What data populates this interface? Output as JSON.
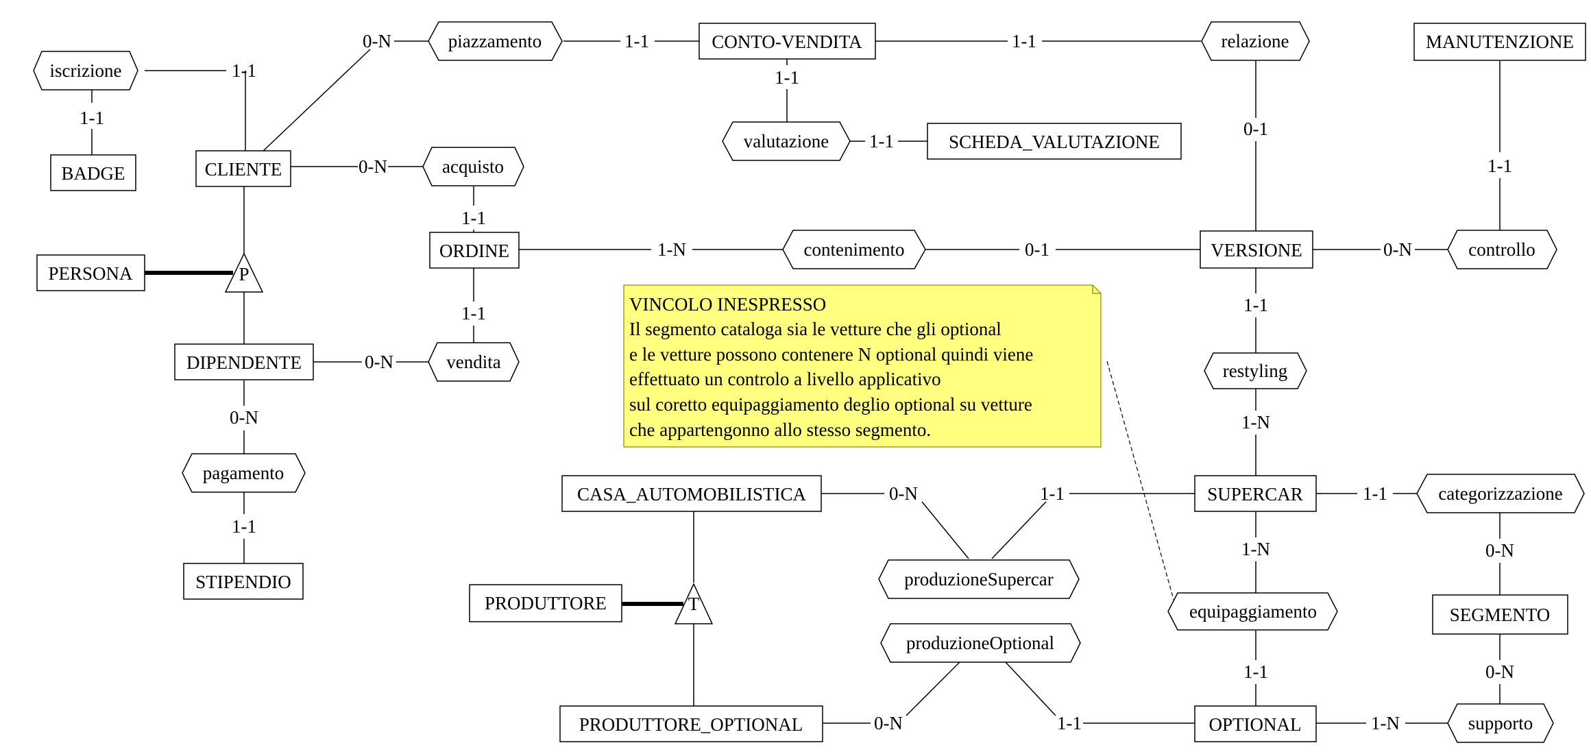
{
  "entities": {
    "badge": "BADGE",
    "cliente": "CLIENTE",
    "persona": "PERSONA",
    "dipendente": "DIPENDENTE",
    "stipendio": "STIPENDIO",
    "ordine": "ORDINE",
    "conto_vendita": "CONTO-VENDITA",
    "scheda_valutazione": "SCHEDA_VALUTAZIONE",
    "manutenzione": "MANUTENZIONE",
    "versione": "VERSIONE",
    "supercar": "SUPERCAR",
    "casa_automobilistica": "CASA_AUTOMOBILISTICA",
    "produttore": "PRODUTTORE",
    "produttore_optional": "PRODUTTORE_OPTIONAL",
    "optional": "OPTIONAL",
    "segmento": "SEGMENTO"
  },
  "relationships": {
    "iscrizione": "iscrizione",
    "piazzamento": "piazzamento",
    "relazione": "relazione",
    "acquisto": "acquisto",
    "valutazione": "valutazione",
    "contenimento": "contenimento",
    "controllo": "controllo",
    "vendita": "vendita",
    "pagamento": "pagamento",
    "restyling": "restyling",
    "categorizzazione": "categorizzazione",
    "produzione_supercar": "produzioneSupercar",
    "equipaggiamento": "equipaggiamento",
    "produzione_optional": "produzioneOptional",
    "supporto": "supporto"
  },
  "generalizations": {
    "cliente_hierarchy": "P",
    "produttore_hierarchy": "T"
  },
  "cardinalities": {
    "iscrizione_cliente": "1-1",
    "iscrizione_badge": "1-1",
    "piazzamento_cliente": "0-N",
    "piazzamento_conto": "1-1",
    "relazione_conto": "1-1",
    "relazione_versione": "0-1",
    "valutazione_conto": "1-1",
    "valutazione_scheda": "1-1",
    "acquisto_cliente": "0-N",
    "acquisto_ordine": "1-1",
    "contenimento_ordine": "1-N",
    "contenimento_versione": "0-1",
    "controllo_versione": "0-N",
    "controllo_manutenzione": "1-1",
    "vendita_dipendente": "0-N",
    "vendita_ordine": "1-1",
    "pagamento_dipendente": "0-N",
    "pagamento_stipendio": "1-1",
    "restyling_versione": "1-1",
    "restyling_supercar": "1-N",
    "categorizzazione_supercar": "1-1",
    "categorizzazione_segmento": "0-N",
    "prodsup_casa": "0-N",
    "prodsup_supercar": "1-1",
    "equip_supercar": "1-N",
    "equip_optional": "1-1",
    "prodopt_prodopt": "0-N",
    "prodopt_optional": "1-1",
    "supporto_optional": "1-N",
    "supporto_segmento": "0-N"
  },
  "note": {
    "title": "VINCOLO INESPRESSO",
    "lines": [
      "Il segmento cataloga sia le vetture che gli optional",
      "e le vetture possono contenere N optional quindi viene",
      "effettuato un controlo a livello applicativo",
      "sul coretto equipaggiamento deglio optional su vetture",
      "che appartengonno allo stesso segmento."
    ]
  }
}
